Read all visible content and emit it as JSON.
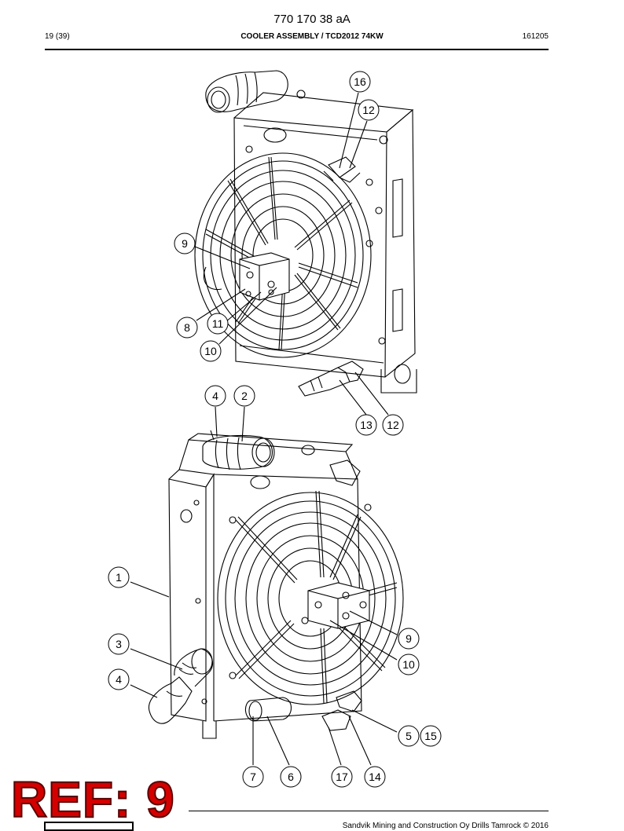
{
  "header": {
    "doc_number": "770 170 38 aA",
    "page_count": "19 (39)",
    "title": "COOLER ASSEMBLY / TCD2012 74KW",
    "date_code": "161205"
  },
  "upper_view_callouts": [
    "16",
    "12",
    "9",
    "8",
    "11",
    "10",
    "13",
    "12"
  ],
  "lower_view_callouts": [
    "4",
    "2",
    "1",
    "3",
    "4",
    "9",
    "10",
    "5",
    "15",
    "7",
    "6",
    "17",
    "14"
  ],
  "reference_badge": "REF: 9",
  "footer": {
    "copyright": "Sandvik Mining and Construction Oy Drills Tamrock © 2016"
  }
}
